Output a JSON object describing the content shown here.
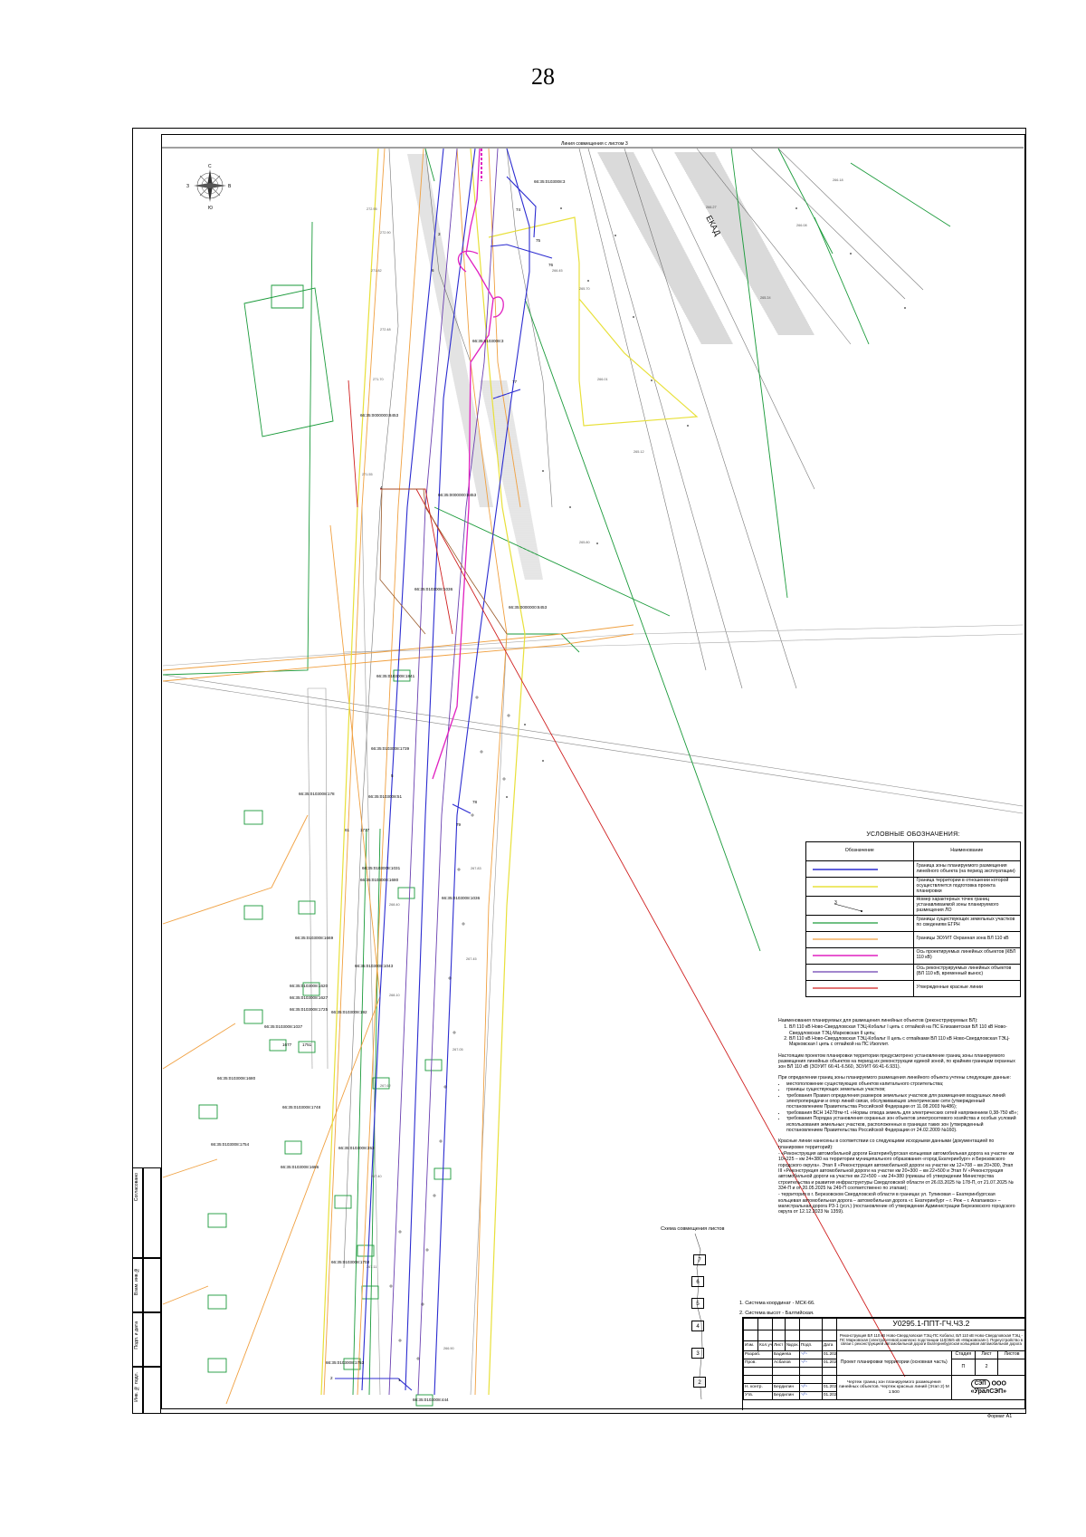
{
  "page_number": "28",
  "map": {
    "top_label": "Линия совмещения с листом 3",
    "ekad_label": "ЕКАД",
    "compass": [
      "С",
      "В",
      "Ю",
      "З"
    ],
    "parcels": [
      "66:35:0103008:3",
      "66:35:0103008:3",
      "66:35:0000000:8453",
      "66:35:0000000:8453",
      "66:35:0103008:1036",
      "66:35:0000000:8453",
      "66:35:0103008:1841",
      "66:35:0103008:1739",
      "66:35:0103008:178",
      "66:35:0103008:51",
      "66:35:0103008:1031",
      "66:35:0103008:1680",
      "66:35:0103008:1036",
      "66:35:0103008:1669",
      "66:35:0103008:1043",
      "66:35:0103008:1620",
      "66:35:0103008:1627",
      "66:35:0103008:1725",
      "66:35:0103008:192",
      "66:35:0103008:1037",
      "66:35:0103008:1680",
      "66:35:0103008:1748",
      "66:35:0103008:1754",
      "66:35:0103008:353",
      "66:35:0103008:1686",
      "66:35:0103008:1703",
      "66:35:0103008:1753",
      "66:35:0103008:444"
    ],
    "point_numbers": [
      "74",
      "75",
      "76",
      "77",
      "78",
      "79",
      "1",
      "2",
      "3",
      "4",
      "5",
      "6"
    ],
    "parcel_numbers": [
      "1717",
      "1677",
      "1751",
      "61"
    ]
  },
  "legend": {
    "title": "УСЛОВНЫЕ ОБОЗНАЧЕНИЯ:",
    "col_symbol": "Обозначение",
    "col_name": "Наименование",
    "items": [
      {
        "symbol_color": "#2b2bd0",
        "symbol": "line",
        "text": "Граница зоны планируемого размещения линейного объекта (на период эксплуатации)"
      },
      {
        "symbol_color": "#e8e03a",
        "symbol": "line",
        "text": "Граница территории в отношении которой осуществляется подготовка проекта планировки"
      },
      {
        "symbol_color": "#000000",
        "symbol": "point",
        "point_label": "3",
        "text": "Номер характерных точек границ устанавливаемой зоны планируемого размещения ЛО"
      },
      {
        "symbol_color": "#1a9a3a",
        "symbol": "line",
        "text": "Границы существующих земельных участков по сведениям ЕГРН"
      },
      {
        "symbol_color": "#f0a040",
        "symbol": "line",
        "text": "Границы ЗОУИТ Охранная зона ВЛ 110 кВ"
      },
      {
        "symbol_color": "#e020c0",
        "symbol": "line",
        "text": "Ось проектируемых линейных объектов (КВЛ 110 кВ)"
      },
      {
        "symbol_color": "#6a3fb0",
        "symbol": "line",
        "text": "Ось реконструируемых линейных объектов (ВЛ 110 кВ, временный вынос)"
      },
      {
        "symbol_color": "#d02020",
        "symbol": "line",
        "text": "Утвержденные красные линии"
      }
    ]
  },
  "notes": {
    "heading": "Наименования планируемых для размещения линейных объектов (реконструируемых ВЛ):",
    "list": [
      "ВЛ 110 кВ Ново-Свердловская ТЭЦ-Кобальт I цепь с отпайкой на ПС Елизаветская ВЛ 110 кВ Ново-Свердловская ТЭЦ-Марковская II цепь;",
      "ВЛ 110 кВ Ново-Свердловская ТЭЦ-Кобальт II цепь с отпайками ВЛ 110 кВ Ново-Свердловская ТЭЦ-Марковская I цепь с отпайкой на ПС Изоплит."
    ],
    "para1": "Настоящим проектом планировки территории предусмотрено установление границ зоны планируемого размещения линейных объектов на период их реконструкции единой зоной, по крайним границам охранных зон ВЛ 110 кВ (ЗОУИТ 66:41-6.560, ЗОУИТ 66:41-6.931).",
    "para2": "При определении границ зоны планируемого размещения линейного объекта учтены следующие данные:",
    "bullets": [
      "местоположение существующих объектов капитального строительства;",
      "границы существующих земельных участков;",
      "требования Правил определения размеров земельных участков для размещения воздушных линий электропередачи и опор линий связи, обслуживающих электрические сети (утвержденный постановлением Правительства Российской Федерации от 11.08.2003 №486);",
      "требования ВСН 14278тм-т1 «Нормы отвода земель для электрических сетей напряжением 0,38-750 кВ»;",
      "требования Порядка установления охранных зон объектов электросетевого хозяйства и особых условий использования земельных участков, расположенных в границах таких зон (утвержденный постановлением Правительства Российской Федерации от 24.02.2009 №160)."
    ],
    "para3": "Красные линии нанесены в соответствии со следующими исходными данными (документацией по планировке территорий):",
    "para4": "- «Реконструкция автомобильной дороги Екатеринбургская кольцевая автомобильная дорога на участке км 10+225 – км 24+380 на территории муниципального образования «город Екатеринбург» и Березовского городского округа». Этап II «Реконструкция автомобильной дороги на участке км 12+708 – км 20+300, Этап III «Реконструкция автомобильной дороги на участке км 20+300 – км 22+500 и Этап IV «Реконструкция автомобильной дороги на участке км 22+500 – км 24+380 (приказы об утверждении Министерства строительства и развития инфраструктуры Свердловской области от 26.03.2025 № 178-П, от 21.07.2025 № 334-П и от 20.05.2025 № 249-П соответственно по этапам);",
    "para5": "- территория в г. Березовском Свердловской области в границах ул. Тупиковая – Екатеринбургская кольцевая автомобильная дорога – автомобильная дорога «г. Екатеринбург – г. Реж – г. Алапаевск» – магистральная дорога РЗ-1 (усл.) (постановление об утверждении Администрации Березовского городского округа от 12.12.2023 № 1359)."
  },
  "scheme": {
    "title": "Схема совмещения листов",
    "sheets": [
      "7",
      "6",
      "5",
      "4",
      "3",
      "2"
    ]
  },
  "coords_notes": [
    "1. Система координат - МСК-66.",
    "2. Система высот - Балтийская."
  ],
  "title_block": {
    "code": "У0295.1-ППТ-ГЧ.ЧЗ.2",
    "project": "Реконструкция ВЛ 110 кВ Ново-Свердловская ТЭЦ-ПС Кобальт, ВЛ 110 кВ Ново-Свердловская ТЭЦ - ПС Марковская (электросетевой комплекс подстанции 110/35/6 кВ «Марковская»). Переустройство в связи с реконструкцией автомобильной дороги Екатеринбургская кольцевая автомобильная дорога",
    "col_headers": [
      "Изм.",
      "Кол.уч.",
      "Лист",
      "№док.",
      "Подп.",
      "Дата"
    ],
    "rows": [
      {
        "role": "Разраб.",
        "name": "Бадиева",
        "date": "01.2026"
      },
      {
        "role": "Пров.",
        "name": "Асбапов",
        "date": "01.2026"
      },
      {
        "role": "",
        "name": "",
        "date": ""
      },
      {
        "role": "",
        "name": "",
        "date": ""
      },
      {
        "role": "Н. контр.",
        "name": "Бердилин",
        "date": "01.2026"
      },
      {
        "role": "Утв.",
        "name": "Бердилин",
        "date": "01.2026"
      }
    ],
    "doc_title": "Проект планировки территории (основная часть)",
    "sheet_title": "Чертеж границ зон планируемого размещения линейных объектов. Чертеж красных линий (Этап 2) М 1:500",
    "stage_label": "Стадия",
    "stage": "П",
    "sheet_label": "Лист",
    "sheet": "2",
    "sheets_label": "Листов",
    "sheets": "",
    "company": "ООО «УралСЭП»",
    "logo_text": "СЭП"
  },
  "format": "Формат А1",
  "stamp": [
    "Согласовано",
    "Взам. инв.№",
    "Подп. и дата",
    "Инв. № подл."
  ],
  "colors": {
    "blue": "#2b2bd0",
    "yellow": "#e8e03a",
    "green": "#1a9a3a",
    "orange": "#f0a040",
    "magenta": "#e020c0",
    "purple": "#6a3fb0",
    "red": "#d02020"
  }
}
